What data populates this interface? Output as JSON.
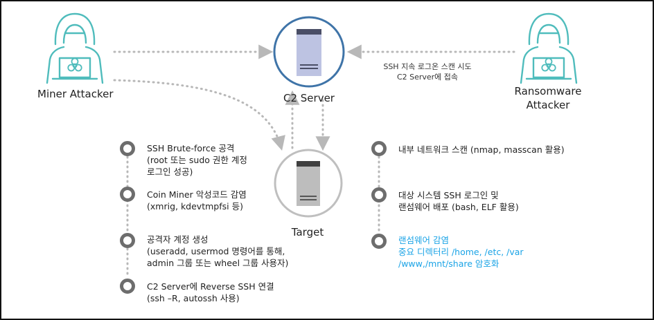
{
  "colors": {
    "teal": "#4fbcbc",
    "blue_ring": "#3f74a8",
    "gray_ring": "#bfbfbf",
    "dots": "#b8b8b8",
    "bullet": "#6d6d6d",
    "highlight": "#1aa3e6"
  },
  "icons": {
    "attacker": "hooded-hacker-icon",
    "biohazard": "biohazard-icon",
    "server": "server-tower-icon"
  },
  "actors": {
    "miner": {
      "label": "Miner Attacker"
    },
    "ransomware": {
      "label_line1": "Ransomware",
      "label_line2": "Attacker"
    }
  },
  "nodes": {
    "c2": {
      "label": "C2 Server"
    },
    "target": {
      "label": "Target"
    }
  },
  "ransomware_note": {
    "line1": "SSH 지속 로그온 스캔 시도",
    "line2": "C2 Server에 접속"
  },
  "miner_steps": [
    {
      "lines": [
        "SSH Brute-force 공격",
        "(root 또는 sudo 권한 계정",
        "로그인 성공)"
      ]
    },
    {
      "lines": [
        "Coin Miner 악성코드 감염",
        "(xmrig, kdevtmpfsi 등)"
      ]
    },
    {
      "lines": [
        "공격자 계정 생성",
        "(useradd, usermod 명령어를 통해,",
        "admin 그룹 또는 wheel 그룹 사용자)"
      ]
    },
    {
      "lines": [
        "C2 Server에 Reverse SSH 연결",
        "(ssh –R, autossh 사용)"
      ]
    }
  ],
  "ransomware_steps": [
    {
      "lines": [
        "내부 네트워크 스캔 (nmap, masscan 활용)"
      ],
      "highlight": false
    },
    {
      "lines": [
        "대상 시스템 SSH 로그인 및",
        "랜섬웨어 배포 (bash, ELF 활용)"
      ],
      "highlight": false
    },
    {
      "lines": [
        "랜섬웨어 감염",
        "중요 디렉터리 /home, /etc, /var",
        "/www,/mnt/share 암호화"
      ],
      "highlight": true
    }
  ]
}
